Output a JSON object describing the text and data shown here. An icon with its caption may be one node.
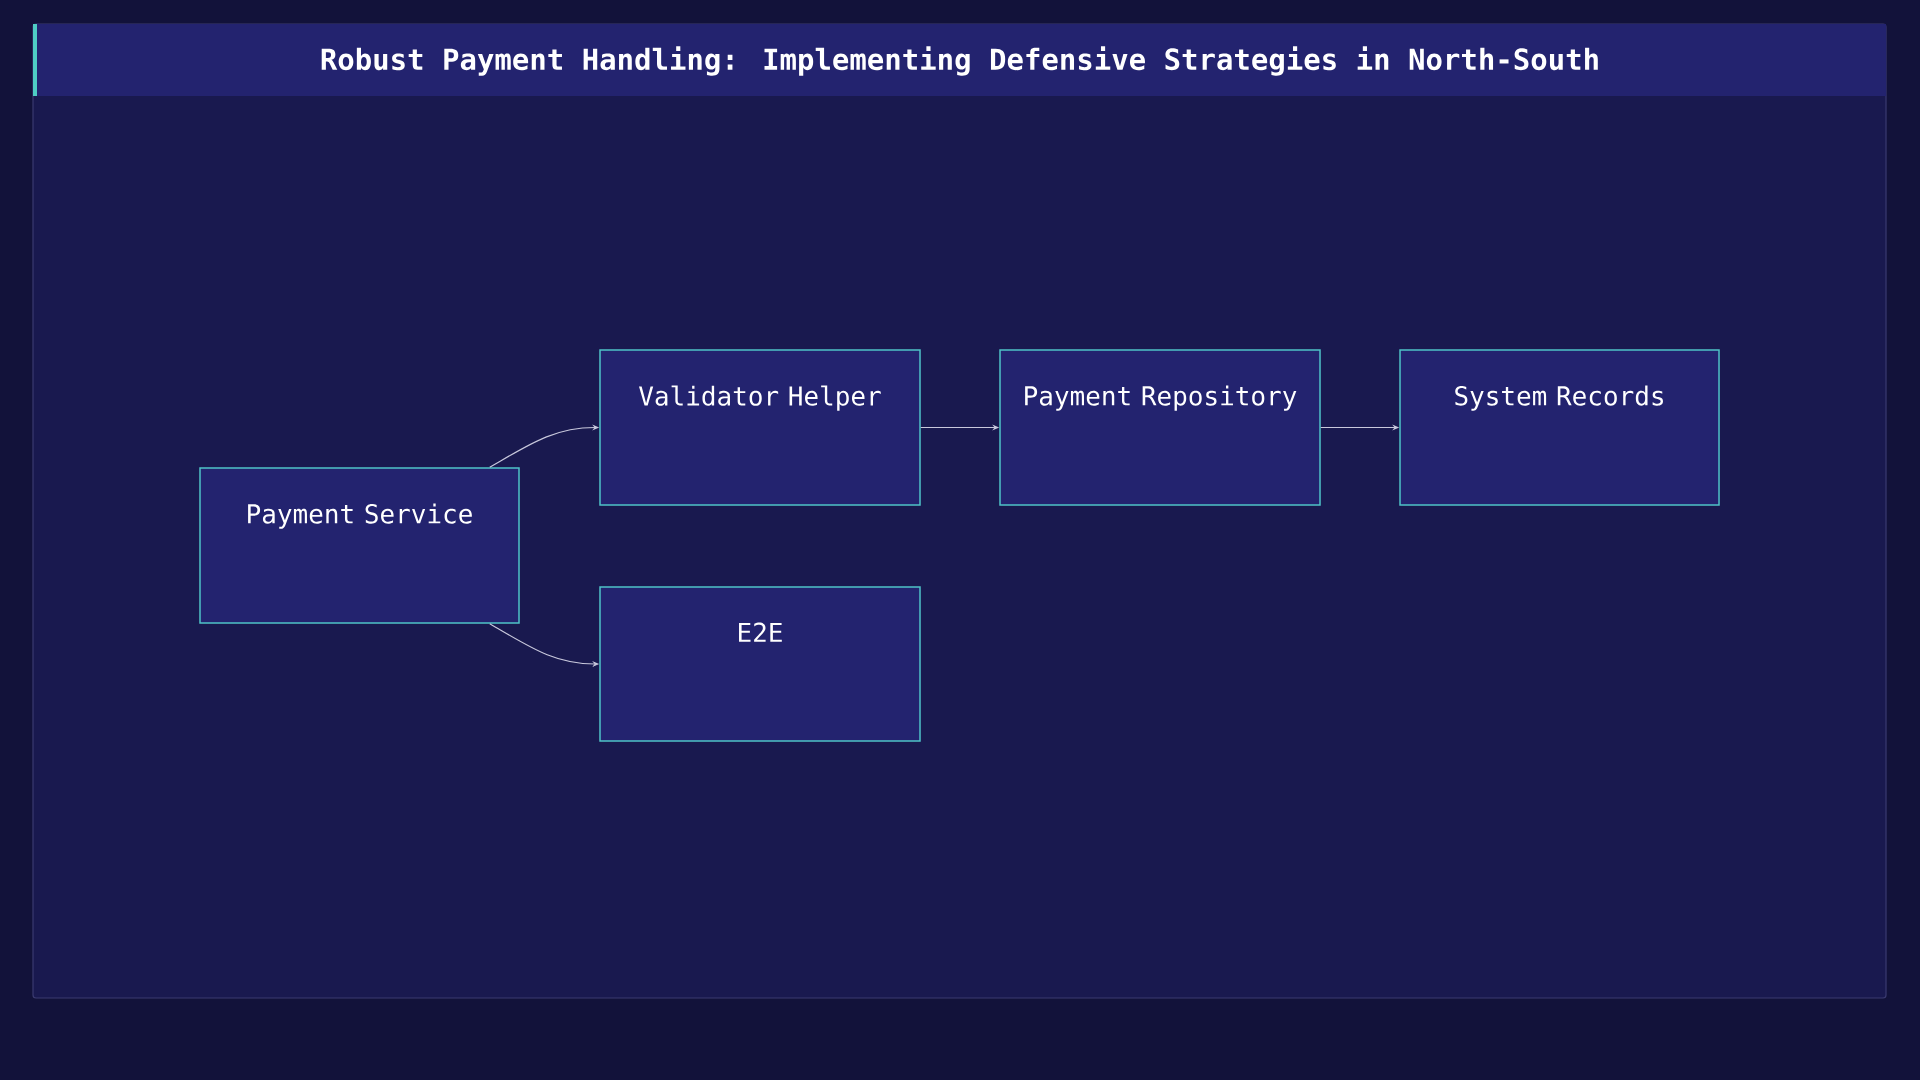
{
  "diagram": {
    "title": "Robust Payment Handling: Implementing Defensive Strategies in North-South",
    "nodes": [
      {
        "text": [
          "Payment Service"
        ]
      },
      {
        "text": [
          "Validator Helper"
        ]
      },
      {
        "text": [
          "Payment Repository"
        ]
      },
      {
        "text": [
          "System Records"
        ]
      },
      {
        "text": [
          "E2E"
        ]
      }
    ],
    "edges": [
      {
        "from": 0,
        "to": 1,
        "arrow": "to"
      },
      {
        "from": 1,
        "to": 2,
        "arrow": "to"
      },
      {
        "from": 2,
        "to": 3,
        "arrow": "to"
      },
      {
        "from": 0,
        "to": 4,
        "arrow": "to"
      }
    ]
  }
}
